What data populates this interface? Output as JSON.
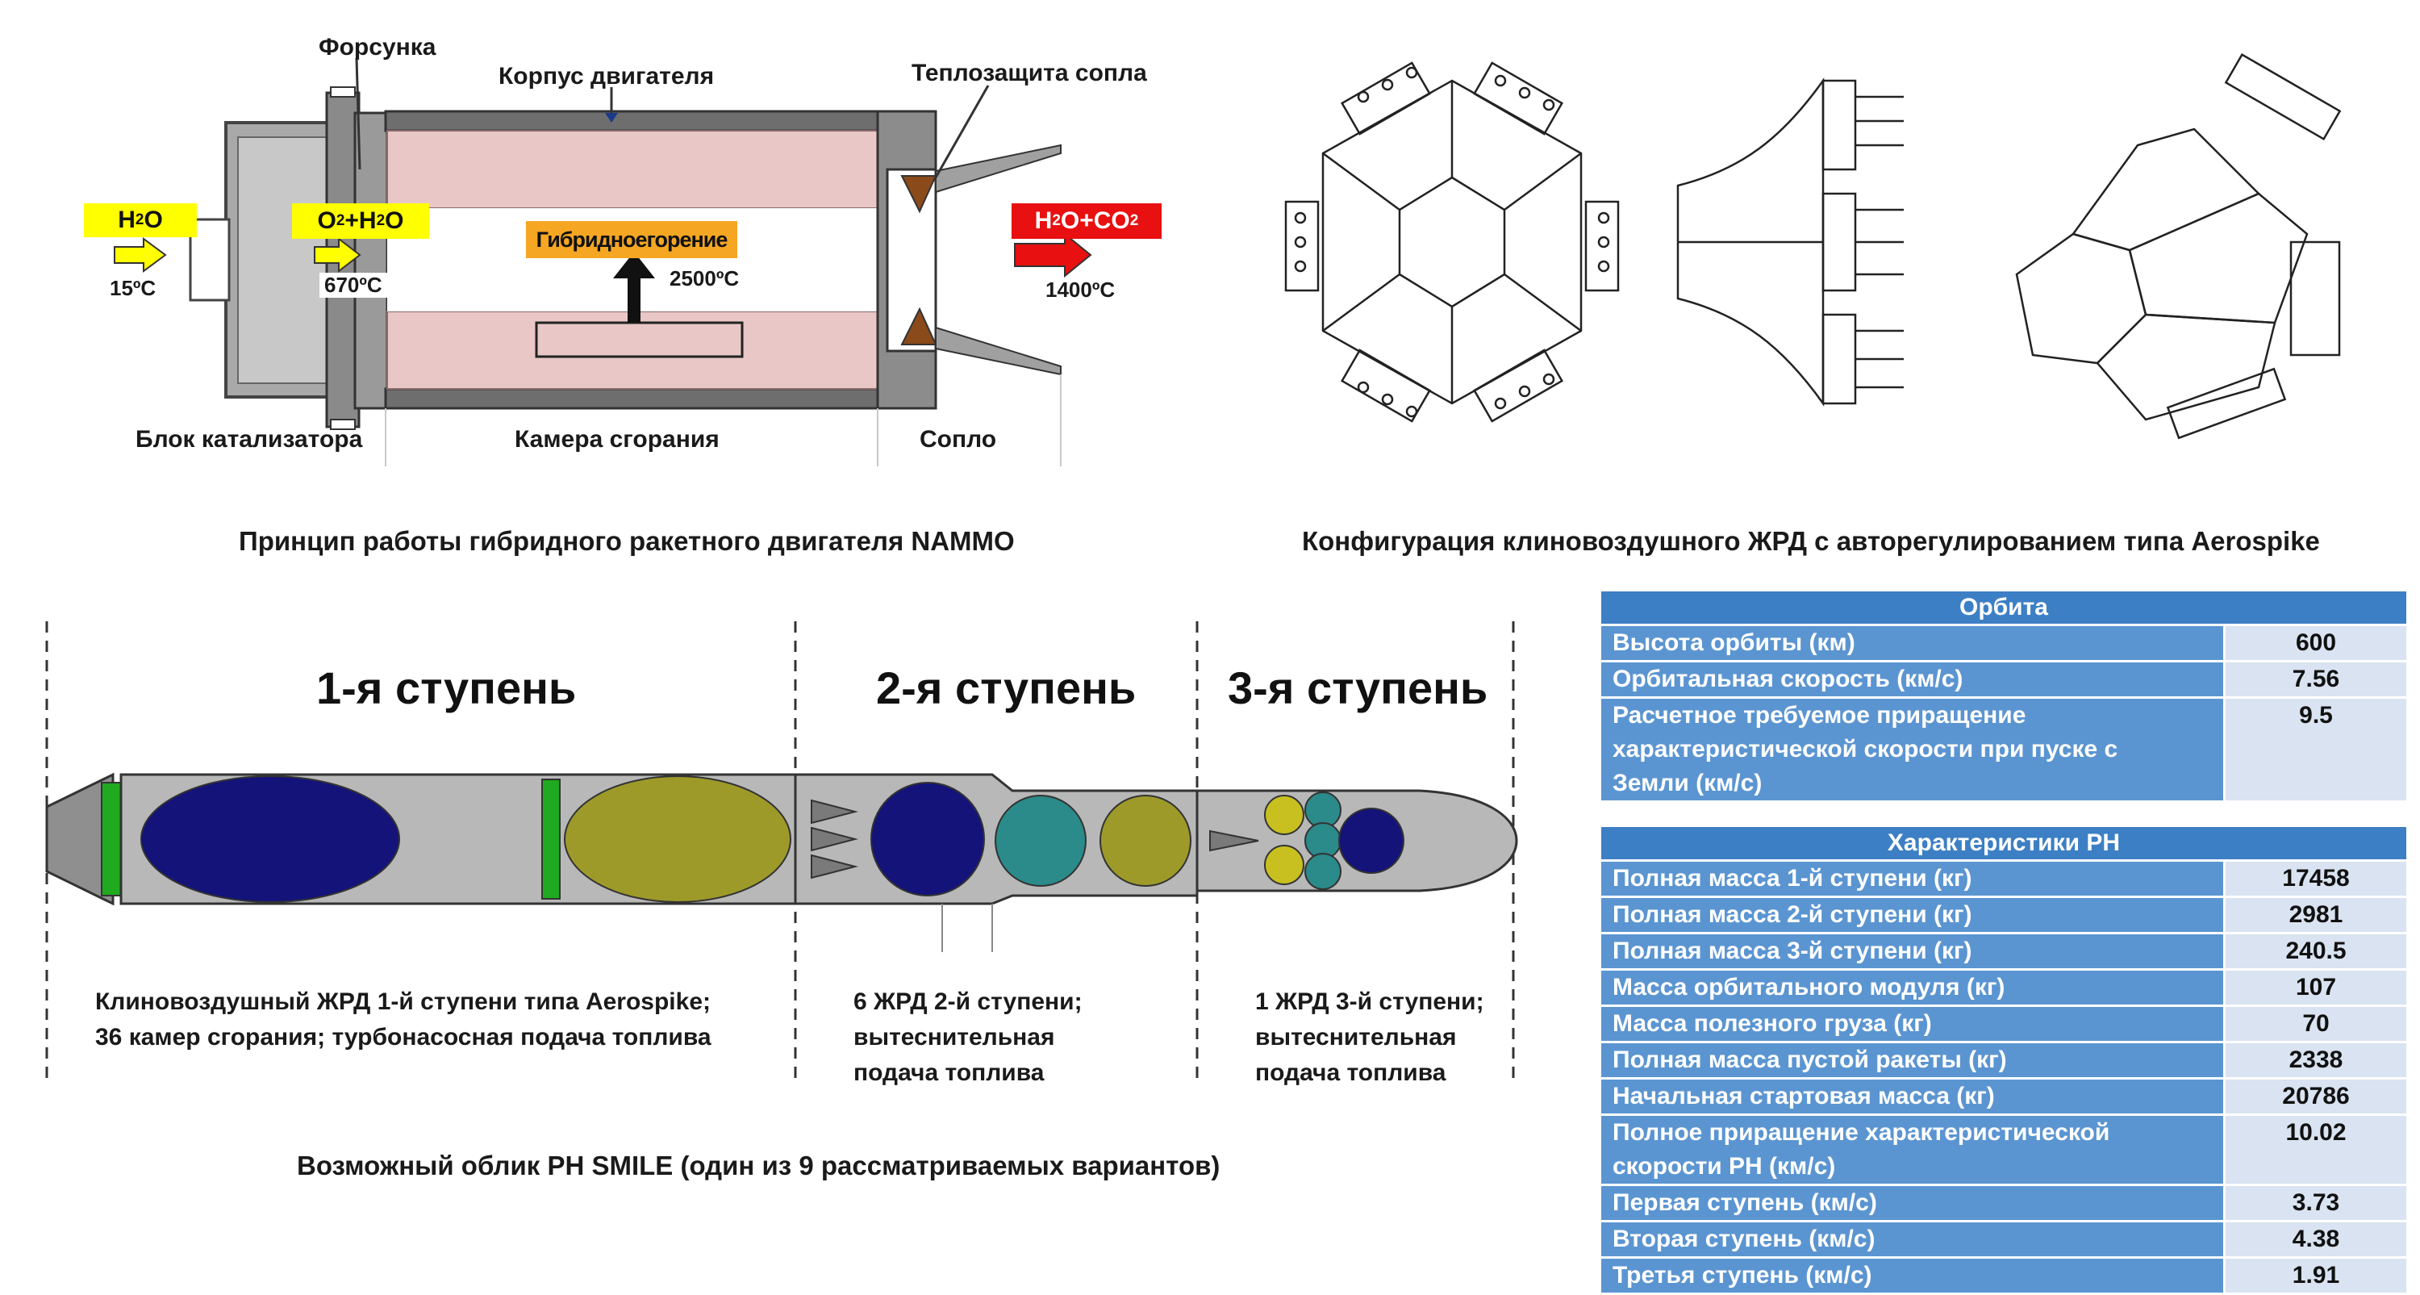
{
  "engine": {
    "labels": {
      "injector": "Форсунка",
      "body": "Корпус двигателя",
      "thermal": "Теплозащита сопла",
      "catalyst": "Блок катализатора",
      "chamber": "Камера сгорания",
      "nozzle": "Сопло"
    },
    "inlet": {
      "text": "H2O",
      "temp": "15ºC"
    },
    "oxidizer": {
      "text": "O2+H2O",
      "temp": "670ºC"
    },
    "combustion": {
      "text": "Гибридноегорение",
      "temp": "2500ºC"
    },
    "exhaust": {
      "text": "H2O+CO2",
      "temp": "1400ºC"
    },
    "caption": "Принцип работы гибридного ракетного двигателя NAMMO",
    "colors": {
      "grain": "#e8c7c6",
      "yellow": "#ffff00",
      "orange": "#f5a623",
      "red": "#e81010"
    }
  },
  "aerospike": {
    "caption": "Конфигурация клиновоздушного ЖРД с авторегулированием типа Aerospike"
  },
  "rocket": {
    "stages": [
      {
        "title": "1-я ступень",
        "desc": [
          "Клиновоздушный ЖРД 1-й ступени типа Aerospike;",
          "36 камер сгорания; турбонасосная подача топлива"
        ]
      },
      {
        "title": "2-я ступень",
        "desc": [
          "6 ЖРД 2-й ступени;",
          "вытеснительная",
          "подача топлива"
        ]
      },
      {
        "title": "3-я ступень",
        "desc": [
          "1 ЖРД 3-й ступени;",
          "вытеснительная",
          "подача топлива"
        ]
      }
    ],
    "caption": "Возможный облик РН SMILE (один из 9 рассматриваемых вариантов)",
    "colors": {
      "blue": "#13137a",
      "olive": "#9e9a2a",
      "teal": "#2b8a8a",
      "green": "#1faa1f",
      "hull": "#b8b8b8"
    }
  },
  "orbit_table": {
    "header": "Орбита",
    "rows": [
      {
        "key": [
          "Высота орбиты (км)"
        ],
        "value": "600"
      },
      {
        "key": [
          "Орбитальная скорость (км/с)"
        ],
        "value": "7.56"
      },
      {
        "key": [
          "Расчетное требуемое приращение",
          "характеристической скорости при пуске с",
          "Земли (км/с)"
        ],
        "value": "9.5"
      }
    ]
  },
  "lv_table": {
    "header": "Характеристики РН",
    "rows": [
      {
        "key": [
          "Полная масса 1-й ступени (кг)"
        ],
        "value": "17458"
      },
      {
        "key": [
          "Полная масса 2-й ступени (кг)"
        ],
        "value": "2981"
      },
      {
        "key": [
          "Полная масса 3-й ступени (кг)"
        ],
        "value": "240.5"
      },
      {
        "key": [
          "Масса орбитального модуля (кг)"
        ],
        "value": "107"
      },
      {
        "key": [
          "Масса полезного груза (кг)"
        ],
        "value": "70"
      },
      {
        "key": [
          "Полная масса пустой ракеты (кг)"
        ],
        "value": "2338"
      },
      {
        "key": [
          "Начальная стартовая масса (кг)"
        ],
        "value": "20786"
      },
      {
        "key": [
          "Полное приращение характеристической",
          "скорости РН (км/с)"
        ],
        "value": "10.02"
      },
      {
        "key": [
          "Первая ступень (км/с)"
        ],
        "value": "3.73"
      },
      {
        "key": [
          "Вторая ступень (км/с)"
        ],
        "value": "4.38"
      },
      {
        "key": [
          "Третья ступень (км/с)"
        ],
        "value": "1.91"
      }
    ]
  }
}
